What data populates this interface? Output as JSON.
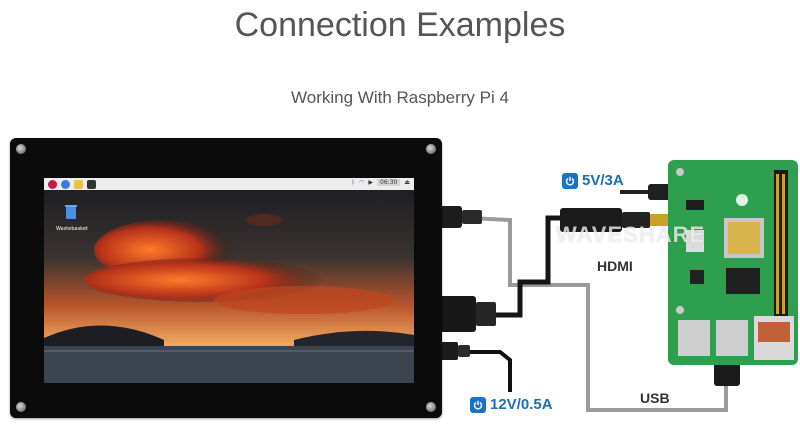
{
  "header": {
    "title": "Connection Examples",
    "subtitle": "Working With Raspberry Pi 4"
  },
  "screen": {
    "clock": "06:30",
    "desktop_icon_label": "Wastebasket"
  },
  "labels": {
    "power_top": "5V/3A",
    "hdmi": "HDMI",
    "usb": "USB",
    "power_bottom": "12V/0.5A",
    "watermark": "WAVESHARE"
  },
  "colors": {
    "power_label": "#1a6fb5",
    "pcb_green": "#2e9e4f",
    "cable_gray": "#8c8c8c",
    "monitor_black": "#0b0b0b"
  },
  "icons": [
    "power-icon",
    "raspberry-icon",
    "trash-icon",
    "bluetooth-icon",
    "wifi-icon",
    "volume-icon"
  ]
}
